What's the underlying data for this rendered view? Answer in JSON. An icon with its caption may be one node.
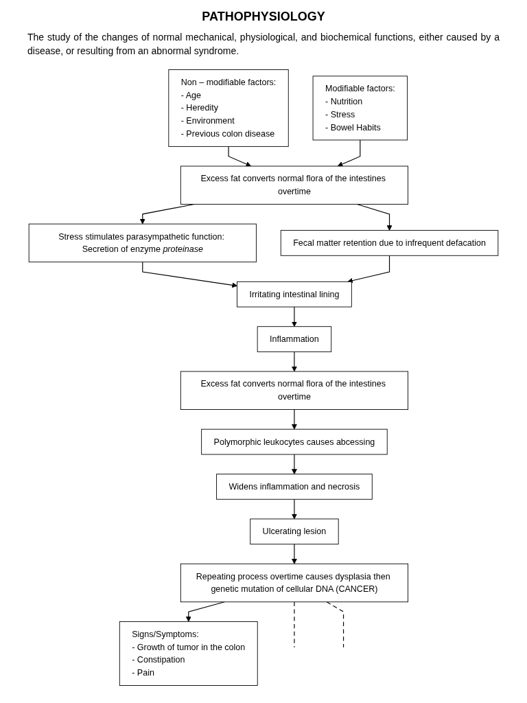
{
  "diagram": {
    "title": "PATHOPHYSIOLOGY",
    "nodes": [
      {
        "text": [
          "Non – modifiable factors:",
          "- Age",
          "- Heredity",
          "- Environment",
          "- Previous colon disease"
        ]
      },
      {
        "text": [
          "Modifiable factors:",
          "- Nutrition",
          "- Stress",
          "- Bowel Habits"
        ]
      },
      {
        "text": [
          "Excess fat converts normal flora of the intestines overtime"
        ]
      },
      {
        "text": [
          "Stress stimulates parasympathetic function: Secretion of enzyme *proteinase*"
        ]
      },
      {
        "text": [
          "Fecal matter retention due to infrequent defacation"
        ]
      },
      {
        "text": [
          "Irritating intestinal lining"
        ]
      },
      {
        "text": [
          "Inflammation"
        ]
      },
      {
        "text": [
          "Polymorphic leukocytes causes abcessing"
        ]
      },
      {
        "text": [
          "Excess fat converts normal flora of the intestines overtime"
        ]
      },
      {
        "text": [
          "Widens inflammation and necrosis"
        ]
      },
      {
        "text": [
          "Ulcerating lesion"
        ]
      },
      {
        "text": [
          "Repeating process overtime causes dysplasia then genetic mutation of cellular DNA (CANCER)"
        ]
      },
      {
        "text": [
          "Signs/Symptoms:",
          "- Growth of tumor in the colon",
          "- Constipation",
          "- Pain"
        ]
      }
    ],
    "edges": [
      {
        "from": 0,
        "to": 2,
        "arrow": "to"
      },
      {
        "from": 1,
        "to": 2,
        "arrow": "to"
      },
      {
        "from": 2,
        "to": 3,
        "arrow": "to"
      },
      {
        "from": 2,
        "to": 4,
        "arrow": "to"
      },
      {
        "from": 3,
        "to": 5,
        "arrow": "to"
      },
      {
        "from": 4,
        "to": 5,
        "arrow": "to"
      },
      {
        "from": 5,
        "to": 6,
        "arrow": "to"
      },
      {
        "from": 6,
        "to": 8,
        "arrow": "to"
      },
      {
        "from": 8,
        "to": 7,
        "arrow": "to"
      },
      {
        "from": 7,
        "to": 9,
        "arrow": "to"
      },
      {
        "from": 9,
        "to": 10,
        "arrow": "to"
      },
      {
        "from": 10,
        "to": 11,
        "arrow": "to"
      },
      {
        "from": 11,
        "to": 12,
        "arrow": "to"
      },
      {
        "from": 11,
        "to": null,
        "arrow": "none",
        "style": "dashed"
      },
      {
        "from": 11,
        "to": null,
        "arrow": "none",
        "style": "dashed"
      }
    ],
    "labels": [
      "The study of the changes of normal mechanical, physiological, and biochemical functions, either caused by a disease, or resulting from an abnormal syndrome."
    ]
  }
}
